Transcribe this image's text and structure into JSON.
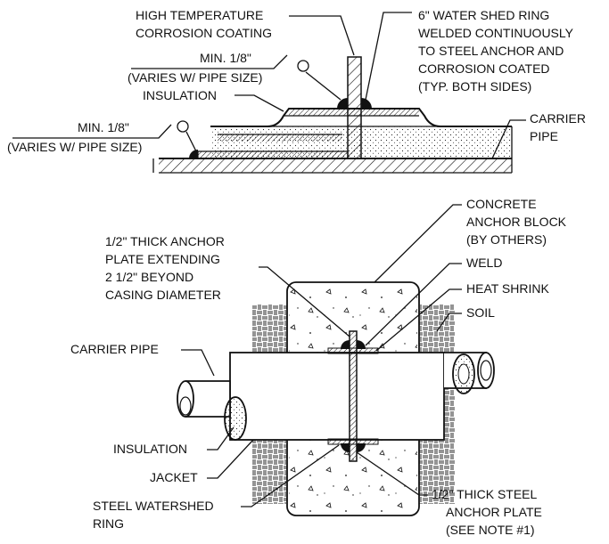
{
  "top_detail": {
    "coating_label": [
      "HIGH TEMPERATURE",
      "CORROSION COATING"
    ],
    "ring_label": [
      "6\" WATER SHED RING",
      "WELDED CONTINUOUSLY",
      "TO STEEL ANCHOR AND",
      "CORROSION COATED",
      "(TYP. BOTH SIDES)"
    ],
    "weld_upper": [
      "MIN. 1/8\"",
      "(VARIES W/ PIPE SIZE)"
    ],
    "insulation_label": "INSULATION",
    "weld_lower": [
      "MIN. 1/8\"",
      "(VARIES W/ PIPE SIZE)"
    ],
    "carrier_label": [
      "CARRIER",
      "PIPE"
    ]
  },
  "bottom_detail": {
    "concrete_label": [
      "CONCRETE",
      "ANCHOR BLOCK",
      "(BY OTHERS)"
    ],
    "plate_label": [
      "1/2\" THICK ANCHOR",
      "PLATE EXTENDING",
      "2 1/2\" BEYOND",
      "CASING DIAMETER"
    ],
    "weld_label": "WELD",
    "heat_shrink_label": "HEAT SHRINK",
    "soil_label": "SOIL",
    "carrier_pipe_label": "CARRIER PIPE",
    "insulation_label": "INSULATION",
    "jacket_label": "JACKET",
    "watershed_label": [
      "STEEL WATERSHED",
      "RING"
    ],
    "steel_plate_label": [
      "1/2\" THICK STEEL",
      "ANCHOR PLATE",
      "(SEE NOTE #1)"
    ]
  }
}
